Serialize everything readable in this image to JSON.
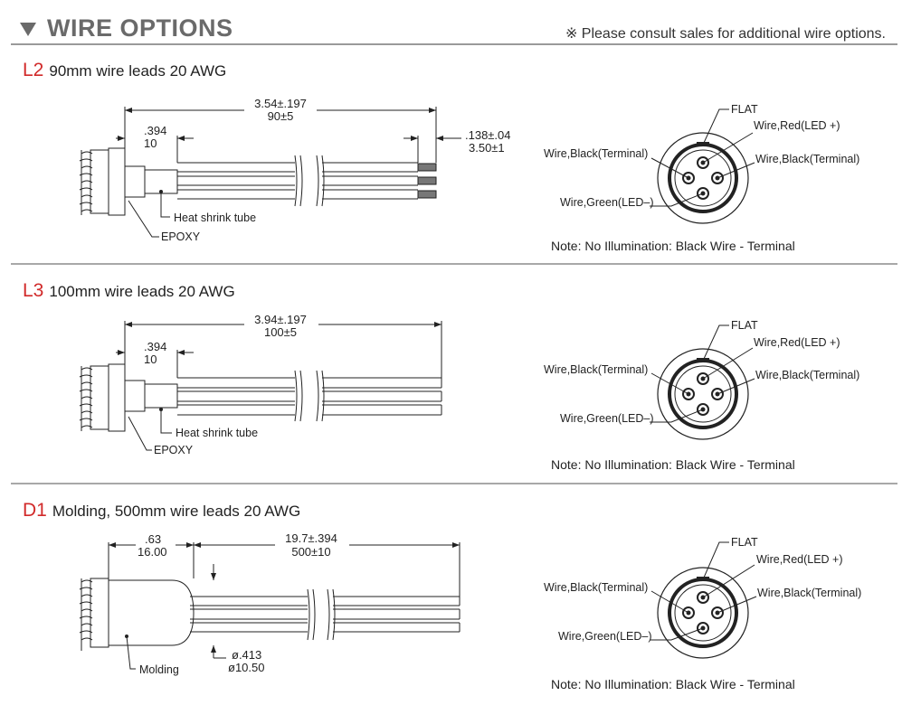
{
  "header": {
    "title": "WIRE OPTIONS",
    "note": "※ Please consult sales for additional wire options."
  },
  "sections": [
    {
      "code": "L2",
      "title": "90mm wire leads 20 AWG",
      "dims": {
        "overall_in": "3.54±.197",
        "overall_mm": "90±5",
        "stub_in": ".394",
        "stub_mm": "10",
        "strip_in": ".138±.04",
        "strip_mm": "3.50±1"
      },
      "labels": {
        "heat_shrink": "Heat shrink tube",
        "epoxy": "EPOXY"
      },
      "pinout": {
        "flat": "FLAT",
        "red": "Wire,Red(LED +)",
        "black_left": "Wire,Black(Terminal)",
        "black_right": "Wire,Black(Terminal)",
        "green": "Wire,Green(LED–)"
      },
      "note": "Note: No Illumination: Black Wire - Terminal"
    },
    {
      "code": "L3",
      "title": "100mm wire leads 20 AWG",
      "dims": {
        "overall_in": "3.94±.197",
        "overall_mm": "100±5",
        "stub_in": ".394",
        "stub_mm": "10"
      },
      "labels": {
        "heat_shrink": "Heat shrink tube",
        "epoxy": "EPOXY"
      },
      "pinout": {
        "flat": "FLAT",
        "red": "Wire,Red(LED +)",
        "black_left": "Wire,Black(Terminal)",
        "black_right": "Wire,Black(Terminal)",
        "green": "Wire,Green(LED–)"
      },
      "note": "Note: No Illumination: Black Wire - Terminal"
    },
    {
      "code": "D1",
      "title": "Molding, 500mm wire leads 20 AWG",
      "dims": {
        "mold_in": ".63",
        "mold_mm": "16.00",
        "overall_in": "19.7±.394",
        "overall_mm": "500±10",
        "dia_in": "ø.413",
        "dia_mm": "ø10.50"
      },
      "labels": {
        "molding": "Molding"
      },
      "pinout": {
        "flat": "FLAT",
        "red": "Wire,Red(LED +)",
        "black_left": "Wire,Black(Terminal)",
        "black_right": "Wire,Black(Terminal)",
        "green": "Wire,Green(LED–)"
      },
      "note": "Note: No Illumination: Black Wire - Terminal"
    }
  ]
}
